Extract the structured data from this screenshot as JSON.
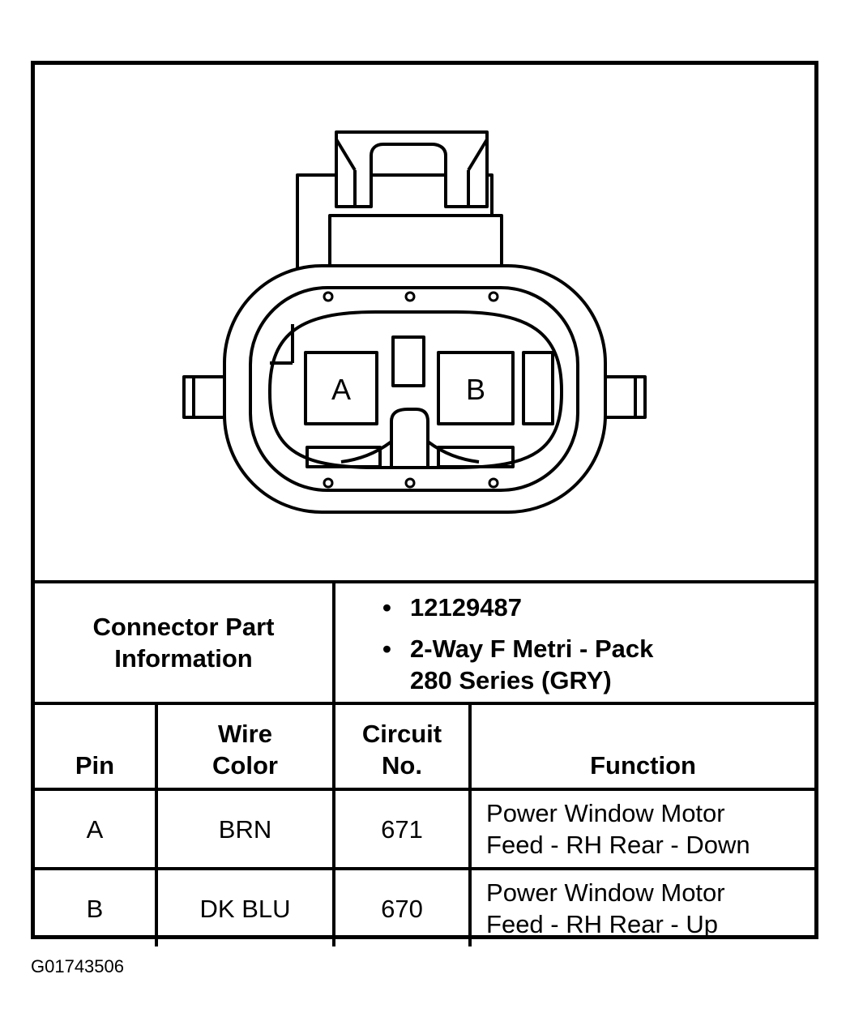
{
  "connector": {
    "pin_labels": [
      "A",
      "B"
    ]
  },
  "part_info": {
    "label_line1": "Connector Part",
    "label_line2": "Information",
    "bullet": "•",
    "part_number": "12129487",
    "desc_line1": "2-Way F Metri - Pack",
    "desc_line2": "280 Series (GRY)"
  },
  "table": {
    "headers": {
      "pin": "Pin",
      "wire_line1": "Wire",
      "wire_line2": "Color",
      "circuit_line1": "Circuit",
      "circuit_line2": "No.",
      "function": "Function"
    },
    "rows": [
      {
        "pin": "A",
        "wire": "BRN",
        "circuit": "671",
        "func_line1": "Power Window Motor",
        "func_line2": "Feed - RH Rear - Down"
      },
      {
        "pin": "B",
        "wire": "DK BLU",
        "circuit": "670",
        "func_line1": "Power Window Motor",
        "func_line2": "Feed - RH Rear - Up"
      }
    ]
  },
  "figure_id": "G01743506"
}
